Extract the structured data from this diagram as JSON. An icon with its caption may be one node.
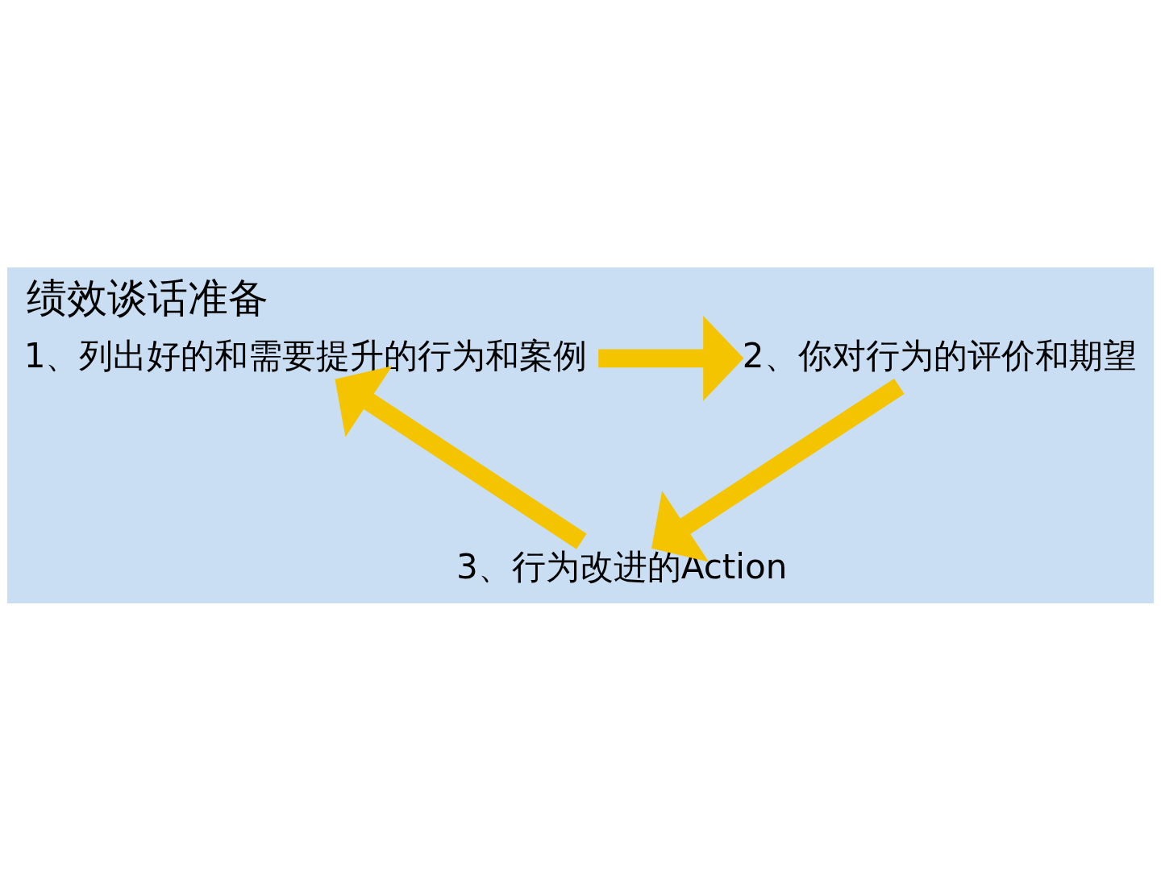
{
  "diagram": {
    "title": "绩效谈话准备",
    "nodes": [
      {
        "text": [
          "1、列出好的和需要提升的行为和案例"
        ]
      },
      {
        "text": [
          "2、你对行为的评价和期望"
        ]
      },
      {
        "text": [
          "3、行为改进的Action"
        ]
      }
    ],
    "edges": [
      {
        "from": 0,
        "to": 1,
        "arrow": "to"
      },
      {
        "from": 1,
        "to": 2,
        "arrow": "to"
      },
      {
        "from": 2,
        "to": 0,
        "arrow": "to"
      }
    ]
  }
}
